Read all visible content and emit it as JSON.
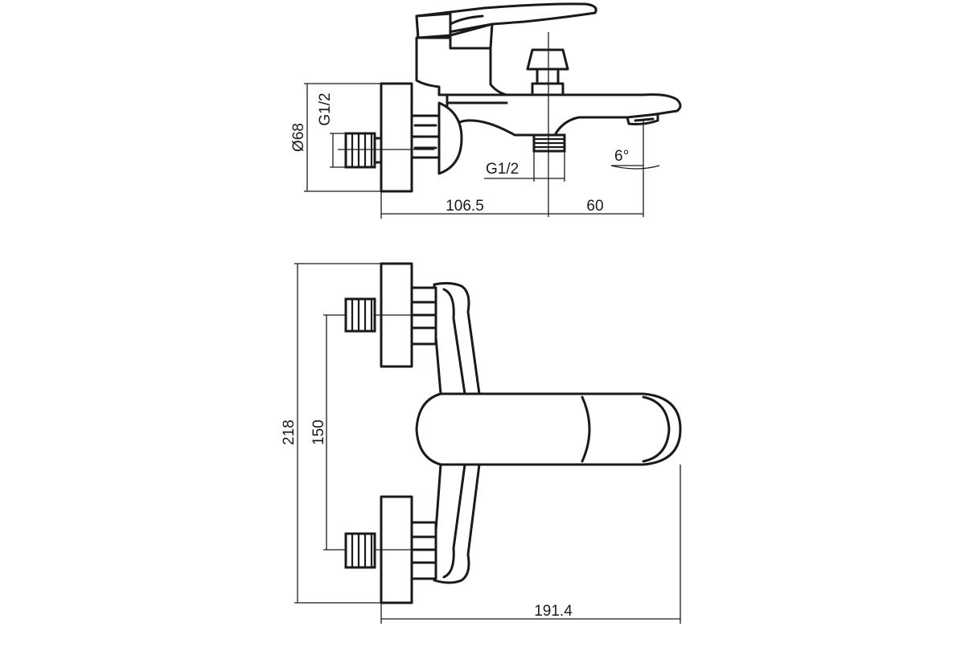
{
  "side_view": {
    "diameter_label": "Ø68",
    "inlet_thread_label": "G1/2",
    "outlet_thread_label": "G1/2",
    "depth_label": "106.5",
    "spout_offset_label": "60",
    "spout_angle_label": "6°"
  },
  "front_view": {
    "height_label": "218",
    "spacing_label": "150",
    "width_label": "191.4"
  }
}
